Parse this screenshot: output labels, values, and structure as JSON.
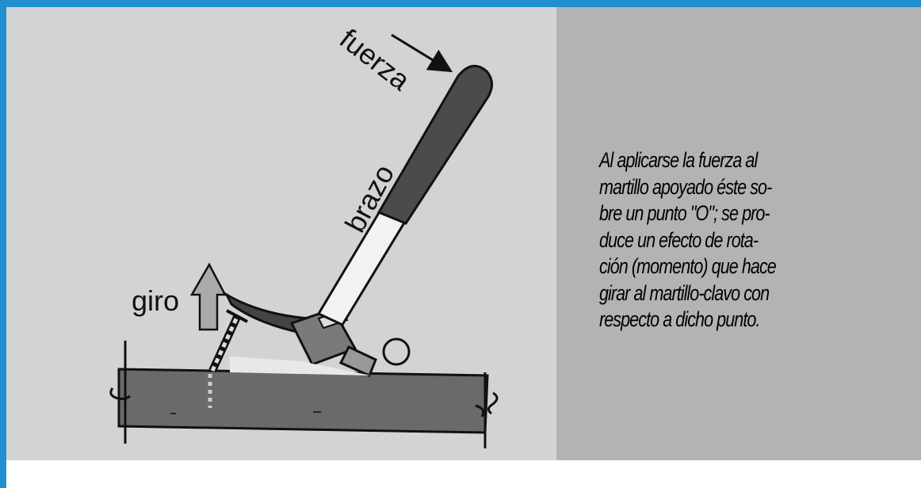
{
  "diagram": {
    "labels": {
      "fuerza": "fuerza",
      "brazo": "brazo",
      "giro": "giro",
      "pivot": "O"
    }
  },
  "explanation": {
    "lines": [
      "Al aplicarse  la fuerza al",
      "martillo apoyado éste so-",
      "bre un punto  \"O\"; se pro-",
      "duce  un efecto de rota-",
      "ción (momento) que hace",
      "girar al martillo-clavo con",
      "respecto a dicho punto."
    ]
  },
  "colors": {
    "border": "#1f8fd0",
    "left_panel": "#d3d3d3",
    "right_panel": "#b3b3b3",
    "board": "#6a6a6a",
    "handle_grip": "#4b4b4b"
  }
}
